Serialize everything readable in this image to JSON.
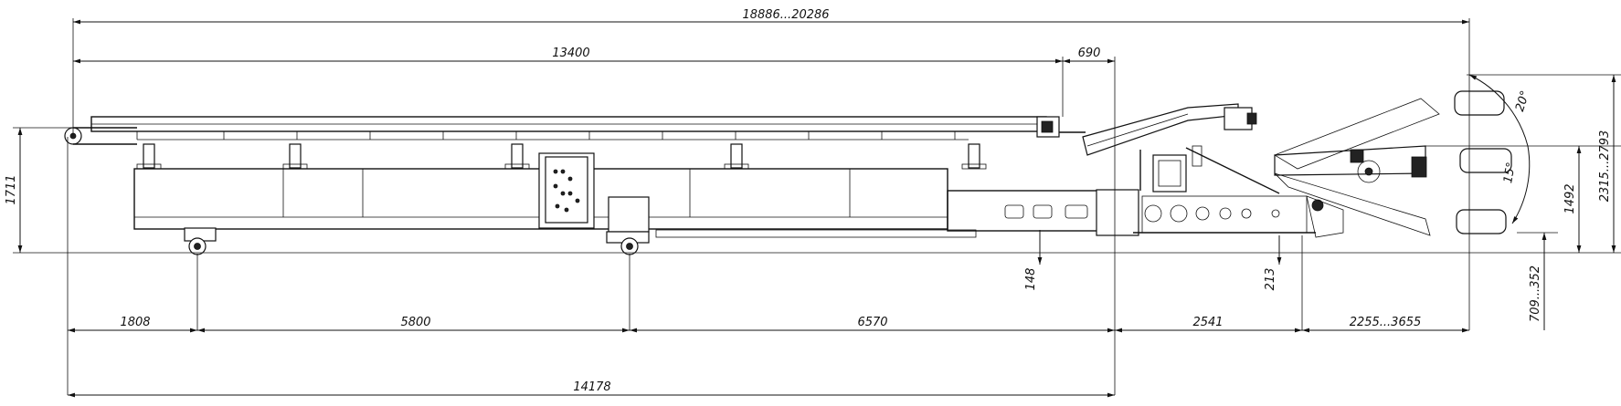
{
  "dimensions": {
    "overall_length": "18886...20286",
    "conveyor_length": "13400",
    "head_offset": "690",
    "height_left": "1711",
    "clearance_148": "148",
    "clearance_213": "213",
    "height_1492": "1492",
    "height_range": "2315...2793",
    "depth_range": "709...352",
    "angle_up": "20°",
    "angle_down": "15°",
    "seg_1808": "1808",
    "seg_5800": "5800",
    "seg_6570": "6570",
    "seg_2541": "2541",
    "seg_range": "2255...3655",
    "base_length": "14178"
  }
}
